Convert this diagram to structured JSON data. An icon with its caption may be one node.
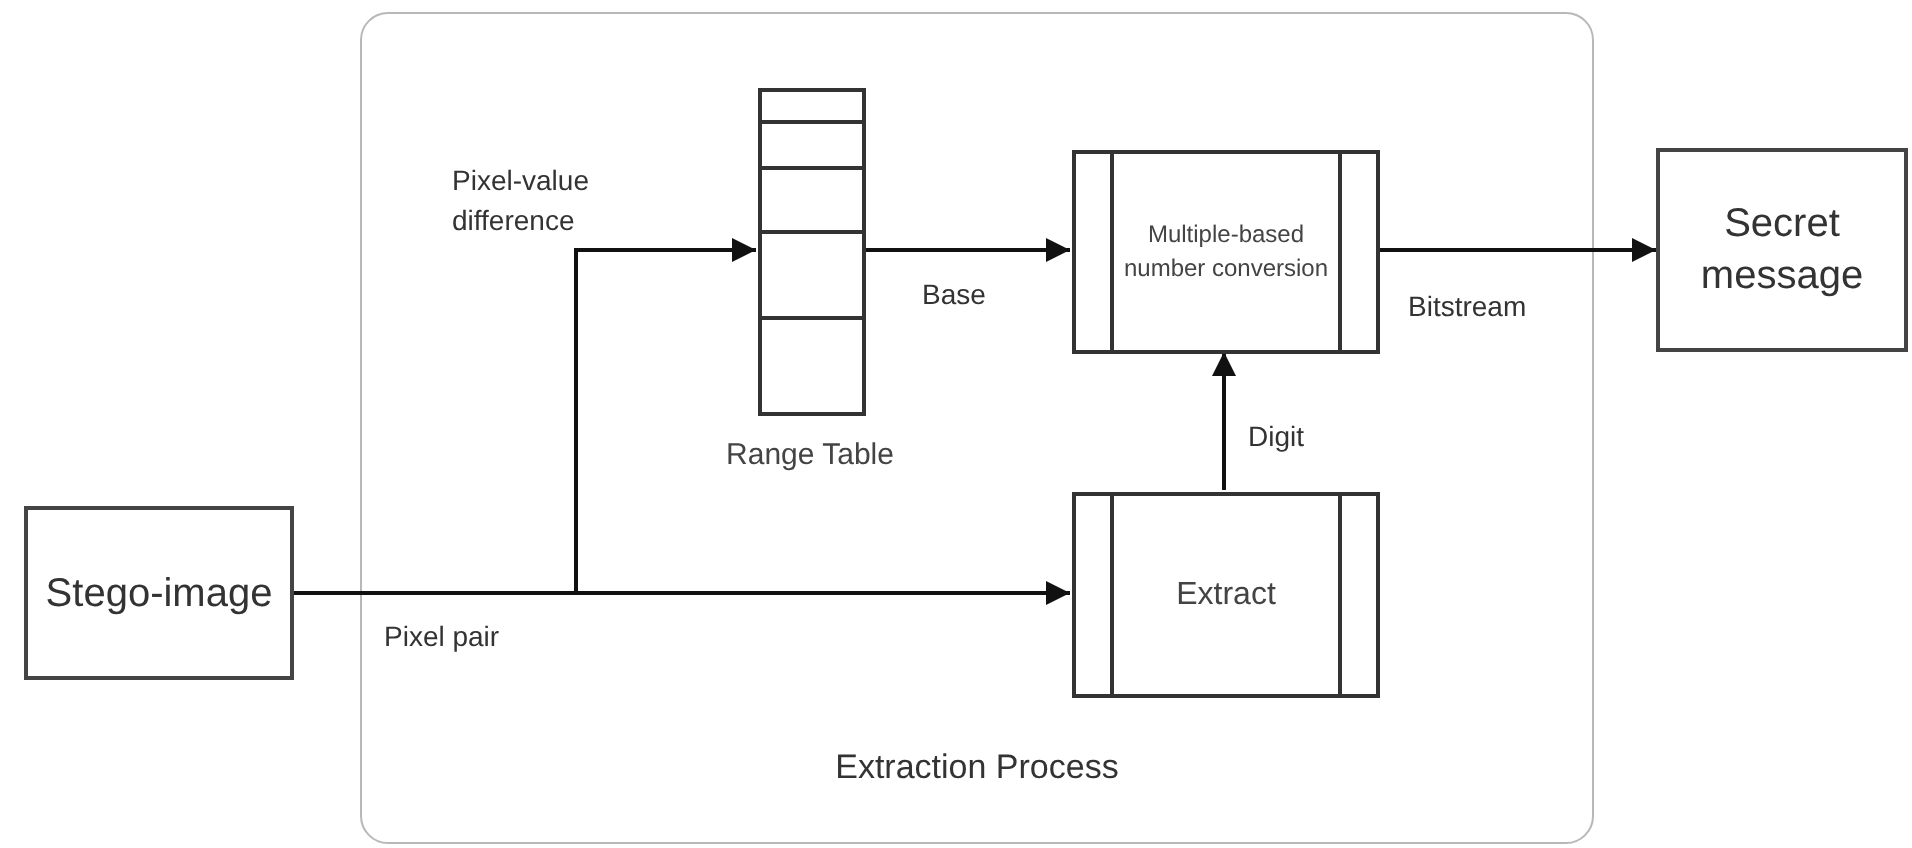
{
  "diagram": {
    "nodes": [
      {
        "text": [
          "Extraction Process"
        ]
      },
      {
        "text": [
          "Stego-image"
        ]
      },
      {
        "text": [],
        "shape": "table",
        "beside": [
          "Range Table"
        ],
        "in": 0
      },
      {
        "text": [
          "Multiple-based number conversion"
        ],
        "in": 0
      },
      {
        "text": [
          "Extract"
        ],
        "in": 0
      },
      {
        "text": [
          "Secret message"
        ]
      }
    ],
    "edges": [
      {
        "from": 1,
        "to": 2,
        "arrow": "to",
        "label": "Pixel-value difference"
      },
      {
        "from": 1,
        "to": 4,
        "arrow": "to",
        "label": "Pixel pair"
      },
      {
        "from": 2,
        "to": 3,
        "arrow": "to",
        "label": "Base"
      },
      {
        "from": 4,
        "to": 3,
        "arrow": "to",
        "label": "Digit"
      },
      {
        "from": 3,
        "to": 5,
        "arrow": "to",
        "label": "Bitstream"
      }
    ]
  }
}
